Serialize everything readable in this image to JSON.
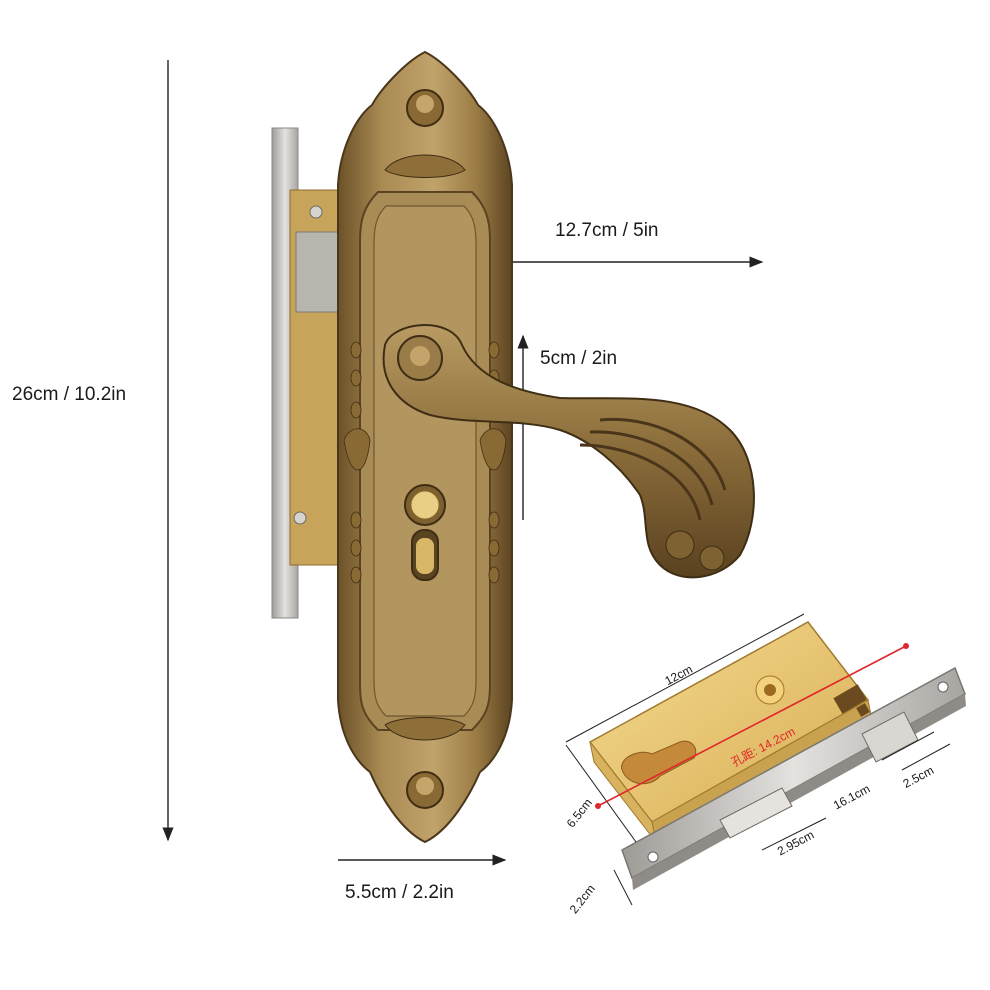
{
  "dimensions": {
    "height": "26cm / 10.2in",
    "width_plate": "5.5cm / 2.2in",
    "handle_length": "12.7cm / 5in",
    "handle_height": "5cm / 2in"
  },
  "lock_body": {
    "length": "12cm",
    "hole_distance": "孔距: 14.2cm",
    "depth": "6.5cm",
    "faceplate_width": "2.2cm",
    "backset": "2.95cm",
    "faceplate_length": "16.1cm",
    "latch": "2.5cm"
  },
  "colors": {
    "bronze": "#9c7d45",
    "bronze_dark": "#5d4522",
    "brass": "#e8c66e",
    "steel": "#c9c6c2",
    "dimension_red": "#e0262a"
  }
}
